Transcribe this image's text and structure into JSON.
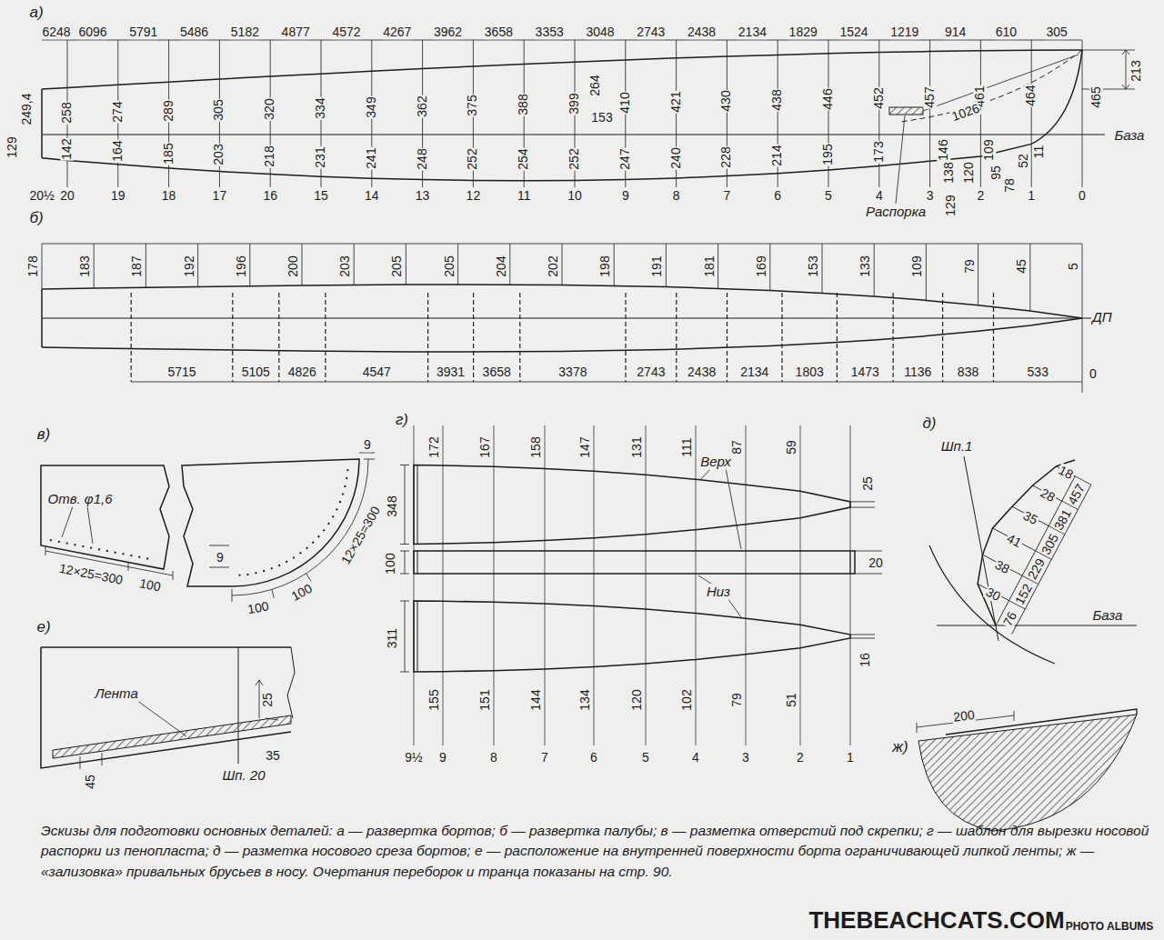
{
  "diagram": {
    "caption": "Эскизы для подготовки основных деталей: а — развертка бортов; б — развертка палубы; в — разметка отверстий под скрепки; г — шаблон для вырезки носовой распорки из пенопласта; д — разметка носового среза бортов; е — расположение на внутренней поверхности борта ограничивающей липкой ленты; ж — «зализовка» привальных брусьев в носу. Очертания переборок и транца показаны на стр. 90.",
    "labels": [
      "а)",
      "6248",
      "6096",
      "5791",
      "5486",
      "5182",
      "4877",
      "4572",
      "4267",
      "3962",
      "3658",
      "3353",
      "3048",
      "2743",
      "2438",
      "2134",
      "1829",
      "1524",
      "1219",
      "914",
      "610",
      "305",
      "249,4",
      "258",
      "274",
      "289",
      "305",
      "320",
      "334",
      "349",
      "362",
      "375",
      "388",
      "399",
      "410",
      "421",
      "430",
      "438",
      "446",
      "452",
      "457",
      "461",
      "464",
      "465",
      "129",
      "142",
      "164",
      "185",
      "203",
      "218",
      "231",
      "241",
      "248",
      "252",
      "254",
      "252",
      "247",
      "240",
      "228",
      "214",
      "195",
      "173",
      "146",
      "138",
      "129",
      "120",
      "109",
      "95",
      "78",
      "52",
      "11",
      "264",
      "153",
      "1026",
      "213",
      "База",
      "Распорка",
      "20½",
      "20",
      "19",
      "18",
      "17",
      "16",
      "15",
      "14",
      "13",
      "12",
      "11",
      "10",
      "9",
      "8",
      "7",
      "6",
      "5",
      "4",
      "3",
      "2",
      "1",
      "0",
      "б)",
      "178",
      "183",
      "187",
      "192",
      "196",
      "200",
      "203",
      "205",
      "205",
      "204",
      "202",
      "198",
      "191",
      "181",
      "169",
      "153",
      "133",
      "109",
      "79",
      "45",
      "5",
      "5715",
      "5105",
      "4826",
      "4547",
      "3931",
      "3658",
      "3378",
      "2743",
      "2438",
      "2134",
      "1803",
      "1473",
      "1136",
      "838",
      "533",
      "0",
      "ДП",
      "в)",
      "Отв. φ1,6",
      "12×25=300",
      "100",
      "9",
      "9",
      "100",
      "100",
      "12×25=300",
      "г)",
      "172",
      "167",
      "158",
      "147",
      "131",
      "111",
      "87",
      "59",
      "25",
      "Верх",
      "348",
      "100",
      "20",
      "Низ",
      "311",
      "155",
      "151",
      "144",
      "134",
      "120",
      "102",
      "79",
      "51",
      "16",
      "9½",
      "9",
      "8",
      "7",
      "6",
      "5",
      "4",
      "3",
      "2",
      "1",
      "д)",
      "Шп.1",
      "18",
      "28",
      "35",
      "41",
      "38",
      "30",
      "76",
      "152",
      "229",
      "305",
      "381",
      "457",
      "База",
      "е)",
      "Лента",
      "25",
      "35",
      "45",
      "Шп. 20",
      "ж)",
      "200",
      "THEBEACHCATS.COM",
      "PHOTO ALBUMS"
    ]
  }
}
